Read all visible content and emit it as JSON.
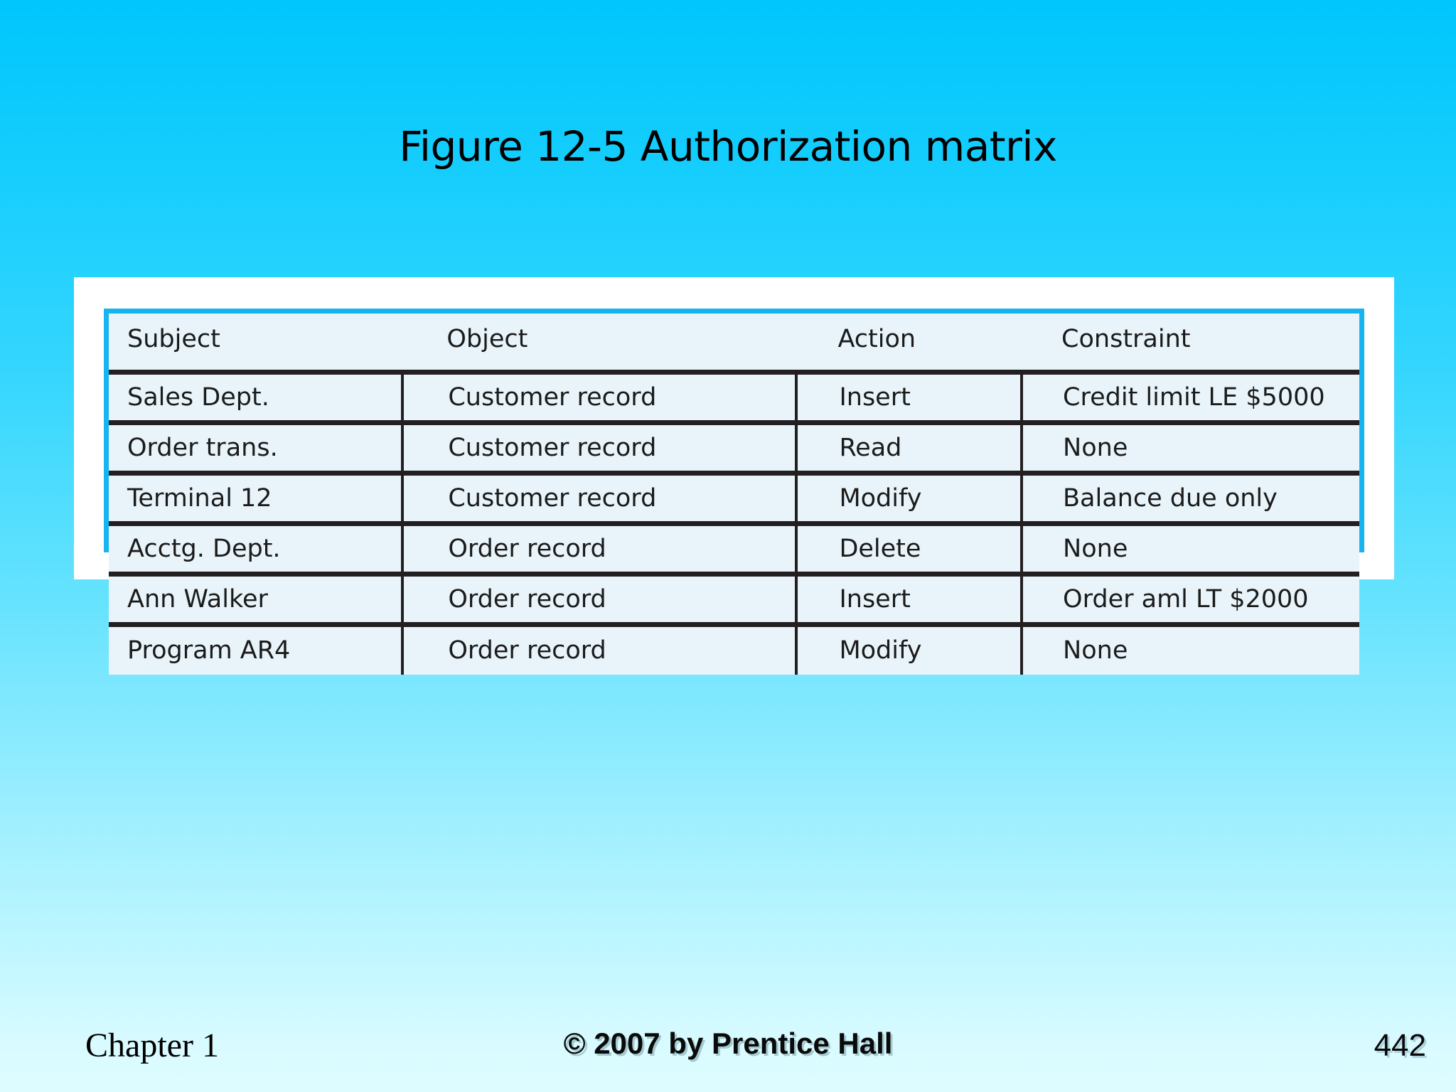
{
  "slide": {
    "title": "Figure 12-5 Authorization matrix",
    "background_top_color": "#00c6fd",
    "background_bottom_color": "#ddfcff"
  },
  "figure": {
    "border_color": "#19b4ef",
    "cell_background_color": "#e8f4fa",
    "rule_color": "#231f20",
    "columns": [
      "Subject",
      "Object",
      "Action",
      "Constraint"
    ],
    "rows": [
      {
        "subject": "Sales Dept.",
        "object": "Customer record",
        "action": "Insert",
        "constraint": "Credit limit LE $5000"
      },
      {
        "subject": "Order trans.",
        "object": "Customer record",
        "action": "Read",
        "constraint": "None"
      },
      {
        "subject": "Terminal 12",
        "object": "Customer record",
        "action": "Modify",
        "constraint": "Balance due only"
      },
      {
        "subject": "Acctg. Dept.",
        "object": "Order record",
        "action": "Delete",
        "constraint": "None"
      },
      {
        "subject": "Ann Walker",
        "object": "Order record",
        "action": "Insert",
        "constraint": "Order aml LT $2000"
      },
      {
        "subject": "Program AR4",
        "object": "Order record",
        "action": "Modify",
        "constraint": "None"
      }
    ]
  },
  "footer": {
    "chapter": "Chapter 1",
    "copyright": "© 2007 by Prentice Hall",
    "page_number": "442"
  }
}
